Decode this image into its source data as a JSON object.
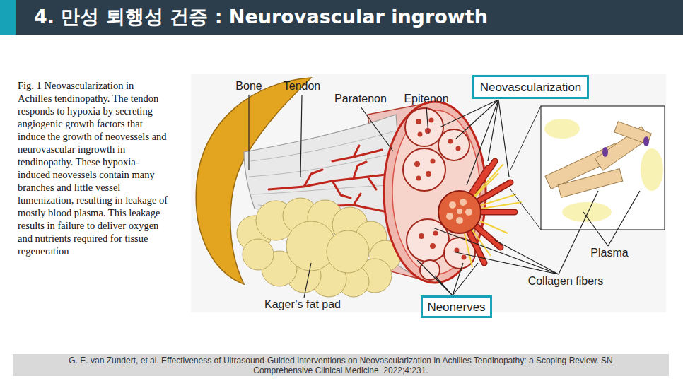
{
  "diagram": {
    "title": "4. 만성 퇴행성 건증 : Neurovascular ingrowth",
    "caption": "Fig. 1 Neovascularization in Achilles tendinopathy. The tendon responds to hypoxia by secreting angiogenic growth factors that induce the growth of neovessels and neurovascular ingrowth in tendinopathy. These hypoxia-induced neovessels contain many branches and little vessel lumenization, resulting in leakage of mostly blood plasma. This leakage results in failure to deliver oxygen and nutrients required for tissue regeneration",
    "nodes": [
      {
        "text": [
          "Neovascularization"
        ]
      },
      {
        "text": [
          "Neonerves"
        ]
      },
      {
        "text": [
          "G. E. van Zundert, et al. Effectiveness of Ultrasound-Guided Interventions on Neovascularization in Achilles Tendinopathy: a Scoping Review. SN Comprehensive Clinical Medicine. 2022;4:231."
        ]
      }
    ],
    "labels": [
      "Bone",
      "Tendon",
      "Paratenon",
      "Epitenon",
      "Kager’s fat pad",
      "Plasma",
      "Collagen fibers"
    ]
  }
}
